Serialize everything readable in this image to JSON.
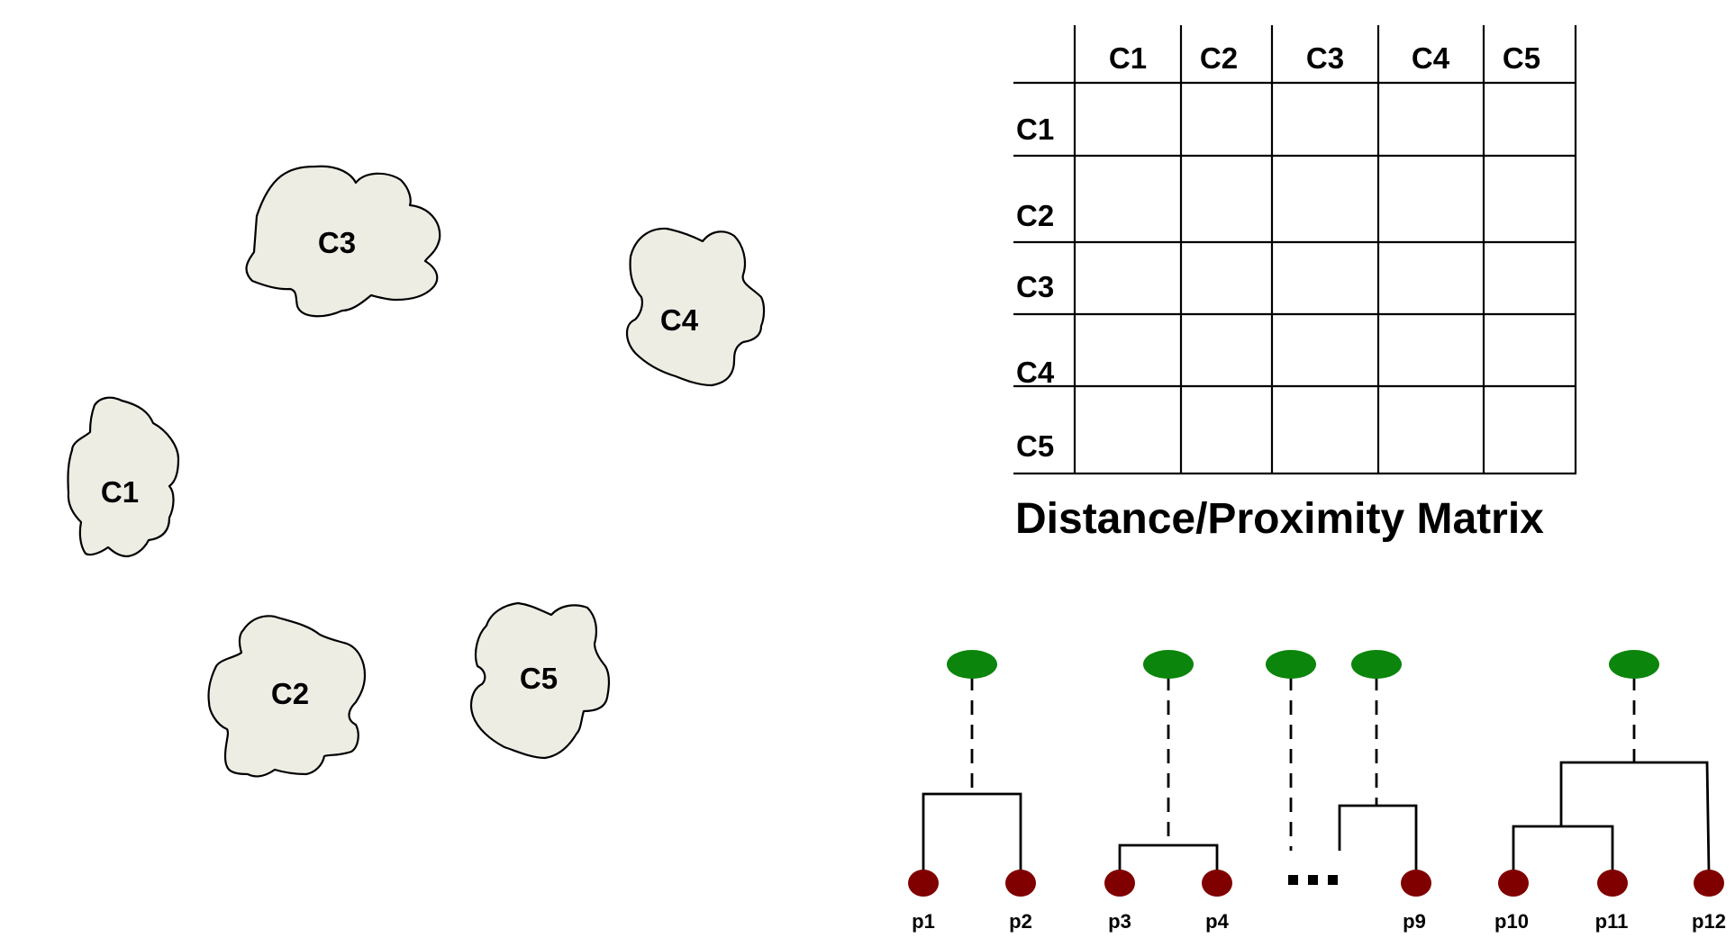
{
  "clusters": [
    {
      "id": "c1",
      "label": "C1"
    },
    {
      "id": "c2",
      "label": "C2"
    },
    {
      "id": "c3",
      "label": "C3"
    },
    {
      "id": "c4",
      "label": "C4"
    },
    {
      "id": "c5",
      "label": "C5"
    }
  ],
  "matrix": {
    "column_headers": [
      "C1",
      "C2",
      "C3",
      "C4",
      "C5"
    ],
    "row_headers": [
      "C1",
      "C2",
      "C3",
      "C4",
      "C5"
    ],
    "caption": "Distance/Proximity Matrix"
  },
  "dendrogram": {
    "leaves": [
      "p1",
      "p2",
      "p3",
      "p4",
      "p9",
      "p10",
      "p11",
      "p12"
    ],
    "root_color": "#0b850b",
    "leaf_color": "#800000"
  }
}
